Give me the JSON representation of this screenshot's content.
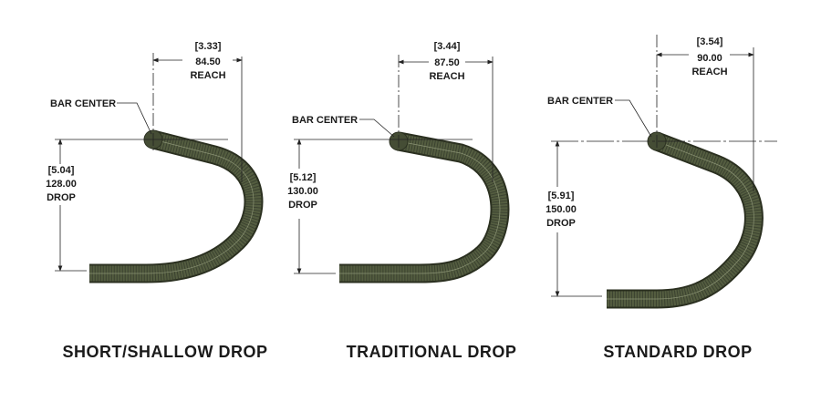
{
  "bar_center_label": "BAR CENTER",
  "panels": [
    {
      "title": "SHORT/SHALLOW DROP",
      "reach_in": "[3.33]",
      "reach_mm": "84.50",
      "reach_label": "REACH",
      "drop_in": "[5.04]",
      "drop_mm": "128.00",
      "drop_label": "DROP"
    },
    {
      "title": "TRADITIONAL DROP",
      "reach_in": "[3.44]",
      "reach_mm": "87.50",
      "reach_label": "REACH",
      "drop_in": "[5.12]",
      "drop_mm": "130.00",
      "drop_label": "DROP"
    },
    {
      "title": "STANDARD DROP",
      "reach_in": "[3.54]",
      "reach_mm": "90.00",
      "reach_label": "REACH",
      "drop_in": "[5.91]",
      "drop_mm": "150.00",
      "drop_label": "DROP"
    }
  ],
  "colors": {
    "tube": "#545d40",
    "tube_edge": "#2b3020"
  }
}
